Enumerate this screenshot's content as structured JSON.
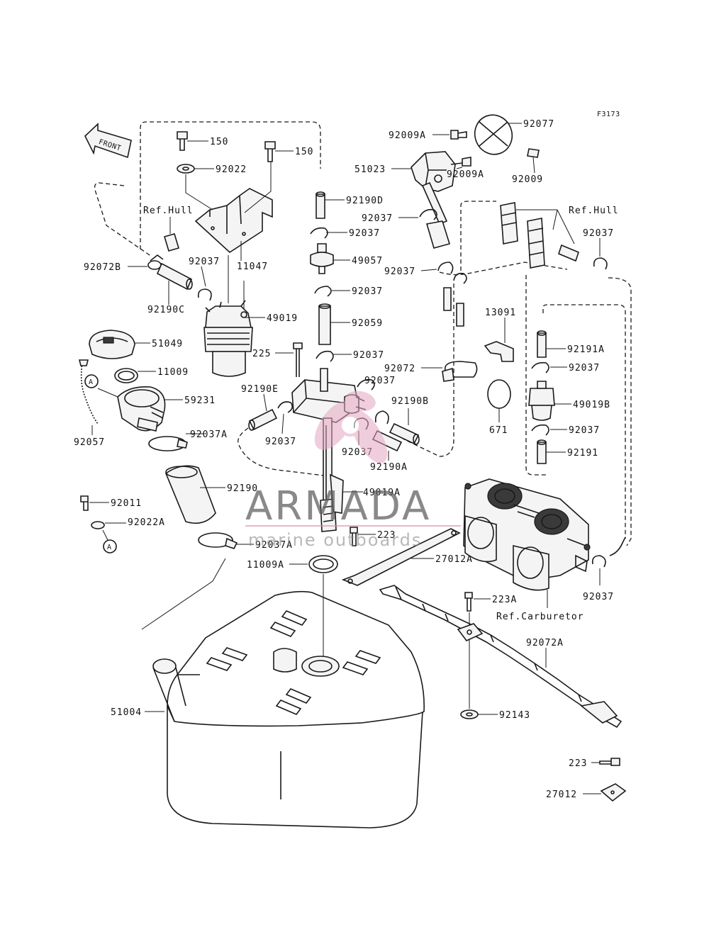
{
  "figure_code": "F3173",
  "front_arrow": "FRONT",
  "labels": {
    "p150a": "150",
    "p150b": "150",
    "p92022": "92022",
    "p92190D": "92190D",
    "p92037_1": "92037",
    "p49057": "49057",
    "p92037_2": "92037",
    "p92059": "92059",
    "p92037_3": "92037",
    "p225": "225",
    "p92037_4": "92037",
    "p92190E": "92190E",
    "p92037_5": "92037",
    "p92037_6": "92037",
    "p92190B": "92190B",
    "p92190A": "92190A",
    "p49019A": "49019A",
    "p223": "223",
    "p27012A": "27012A",
    "refhull1": "Ref.Hull",
    "p11047": "11047",
    "p92072B": "92072B",
    "p92037_7": "92037",
    "p92190C": "92190C",
    "p49019": "49019",
    "p51049": "51049",
    "p11009": "11009",
    "p59231": "59231",
    "p92057": "92057",
    "p92037A_1": "92037A",
    "p92190": "92190",
    "p92011": "92011",
    "p92022A": "92022A",
    "p92037A_2": "92037A",
    "p11009A": "11009A",
    "p51004": "51004",
    "p92009A_1": "92009A",
    "p92077": "92077",
    "p51023": "51023",
    "p92009": "92009",
    "p92009A_2": "92009A",
    "p92037_8": "92037",
    "refhull2": "Ref.Hull",
    "p92037_9": "92037",
    "p92037_10": "92037",
    "p13091": "13091",
    "p92072": "92072",
    "p92191A": "92191A",
    "p92037_11": "92037",
    "p671": "671",
    "p49019B": "49019B",
    "p92037_12": "92037",
    "p92191": "92191",
    "p92037_13": "92037",
    "p223A": "223A",
    "refcarb": "Ref.Carburetor",
    "p92072A": "92072A",
    "p92143": "92143",
    "p223b": "223",
    "p27012": "27012",
    "callout_a1": "A",
    "callout_a2": "A"
  },
  "watermark": {
    "brand": "ARMADA",
    "tagline": "marine outboards"
  }
}
